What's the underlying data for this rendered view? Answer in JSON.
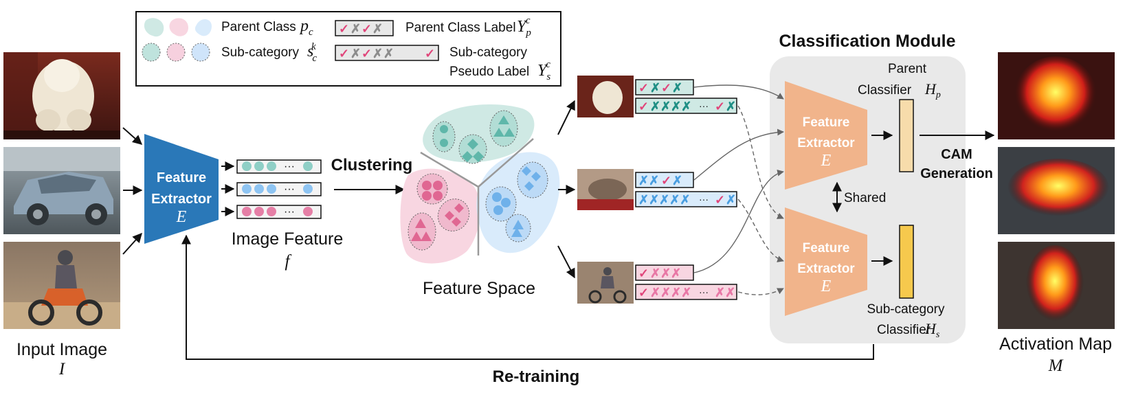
{
  "legend": {
    "parent_class_label": "Parent Class",
    "parent_class_symbol": "p",
    "parent_class_symbol_sub": "c",
    "subcategory_label": "Sub-category",
    "subcategory_symbol": "s",
    "subcategory_symbol_sub": "c",
    "subcategory_symbol_sup": "k",
    "parent_class_label_text": "Parent Class Label",
    "parent_label_symbol": "Y",
    "parent_label_symbol_sub": "p",
    "parent_label_symbol_sup": "c",
    "pseudo_label_line1": "Sub-category",
    "pseudo_label_line2": "Pseudo Label",
    "pseudo_label_symbol": "Y",
    "pseudo_label_symbol_sub": "s",
    "pseudo_label_symbol_sup": "c"
  },
  "input": {
    "label": "Input Image",
    "symbol": "I"
  },
  "feature_extractor": {
    "line1": "Feature",
    "line2": "Extractor",
    "symbol": "E"
  },
  "image_feature": {
    "label": "Image Feature",
    "symbol": "f",
    "dots": "···"
  },
  "clustering_label": "Clustering",
  "feature_space_label": "Feature Space",
  "classification_module": {
    "title": "Classification Module",
    "parent_classifier_line1": "Parent",
    "parent_classifier_line2": "Classifier",
    "parent_classifier_symbol": "H",
    "parent_classifier_sub": "p",
    "sub_classifier_line1": "Sub-category",
    "sub_classifier_line2": "Classifier",
    "sub_classifier_symbol": "H",
    "sub_classifier_sub": "s",
    "shared_label": "Shared"
  },
  "cam_line1": "CAM",
  "cam_line2": "Generation",
  "activation_map": {
    "label": "Activation Map",
    "symbol": "M"
  },
  "retraining_label": "Re-training",
  "colors": {
    "teal": "#8fcfc6",
    "blue": "#8ec4f2",
    "pink": "#e57fa6",
    "extractor_blue": "#2a78b8",
    "extractor_orange": "#f1b48b",
    "module_bg": "#e9e9e9",
    "check_pink": "#e0457a",
    "cross_gray": "#8c8c8c",
    "cross_teal": "#1f8f85",
    "cross_blue": "#4a9ee0",
    "cross_pink": "#e878a6"
  }
}
